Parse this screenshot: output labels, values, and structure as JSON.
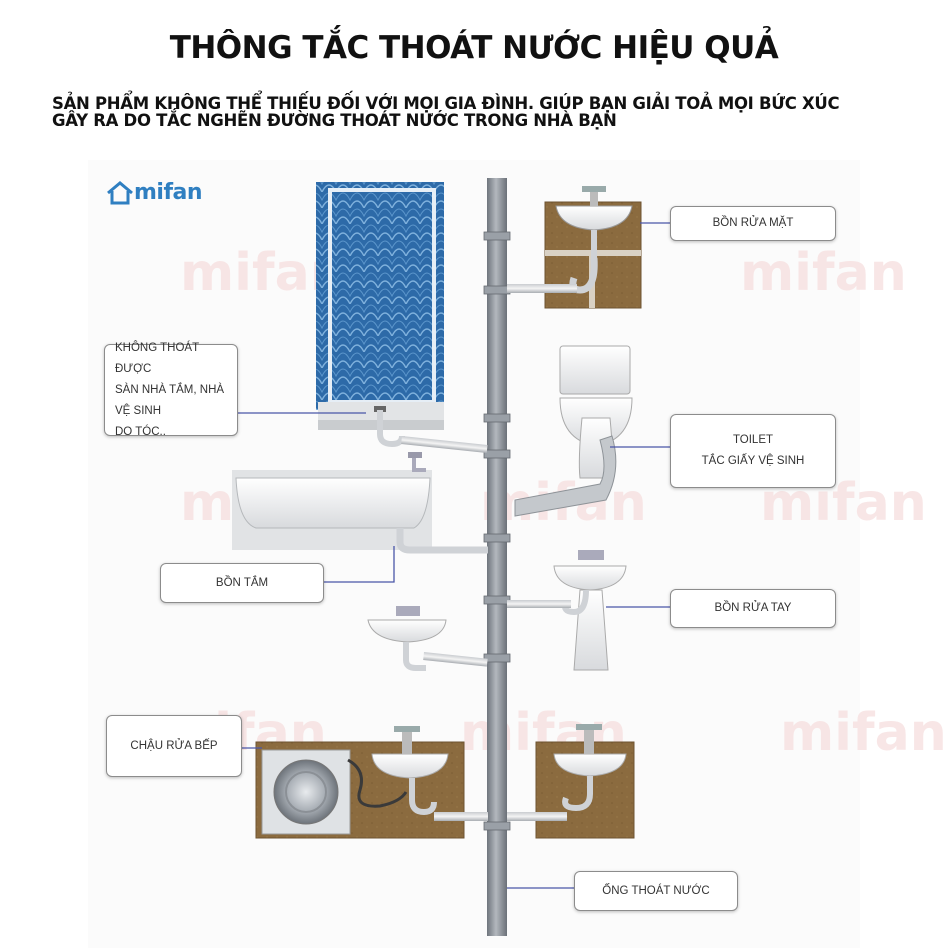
{
  "header": {
    "title": "THÔNG TẮC THOÁT NƯỚC HIỆU QUẢ",
    "subtitle_line1": "SẢN PHẨM KHÔNG THỂ THIẾU ĐỐI VỚI MỌI GIA ĐÌNH. GIÚP BẠN GIẢI TOẢ MỌI BỨC XÚC",
    "subtitle_line2": "GÂY RA DO TẮC NGHẼN ĐƯỜNG THOÁT NƯỚC TRONG NHÀ BẠN"
  },
  "brand": {
    "logo_text": "mifan",
    "watermark": "mifan",
    "color": "#2f7fc1"
  },
  "callouts": {
    "face_basin": "BỒN RỬA MẶT",
    "shower_line1": "KHÔNG THOÁT ĐƯỢC",
    "shower_line2": "SÀN NHÀ TẮM, NHÀ VỆ SINH",
    "shower_line3": "DO TÓC..",
    "toilet_line1": "TOILET",
    "toilet_line2": "TẮC GIẤY VỆ SINH",
    "bathtub": "BỒN TẮM",
    "hand_basin": "BỒN RỬA TAY",
    "kitchen_sink": "CHẬU RỬA BẾP",
    "drain_pipe": "ỐNG THOÁT NƯỚC"
  },
  "colors": {
    "pipe": "#8a9099",
    "wood": "#8a6a3e",
    "leader_line": "#4a56a8",
    "tile": "#2e6fb0"
  }
}
